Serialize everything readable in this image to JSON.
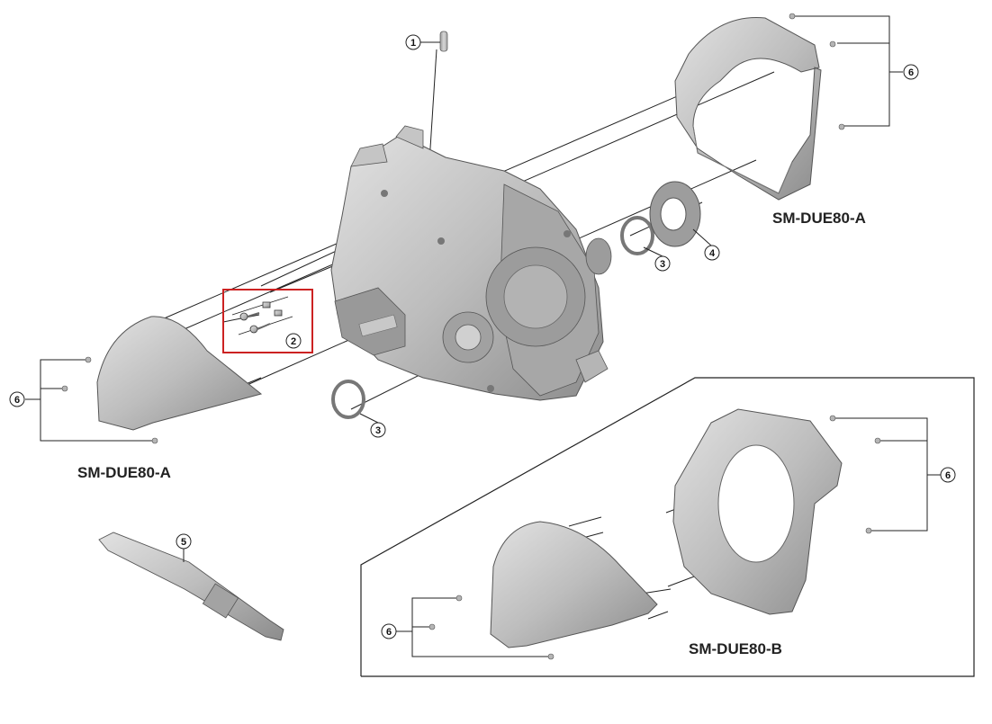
{
  "diagram": {
    "labels": {
      "model_a_top": "SM-DUE80-A",
      "model_a_left": "SM-DUE80-A",
      "model_b": "SM-DUE80-B"
    },
    "callouts": {
      "c1": "1",
      "c2": "2",
      "c3a": "3",
      "c3b": "3",
      "c4": "4",
      "c5": "5",
      "c6a": "6",
      "c6b": "6",
      "c6c": "6",
      "c6d": "6"
    },
    "highlight_color": "#cc2222",
    "part_fill": "#b9b9b9",
    "part_dark": "#8a8a8a",
    "line_color": "#222222"
  }
}
